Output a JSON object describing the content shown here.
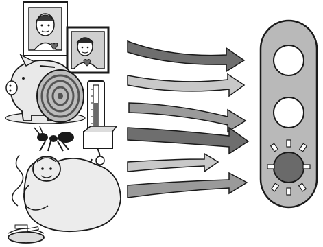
{
  "illustration": {
    "left_icons": [
      "family-portrait-icon",
      "piggy-bank-icon",
      "cake-roll-icon",
      "blood-pressure-monitor-icon",
      "ant-icon",
      "overweight-person-icon",
      "ashtray-cigarette-icon"
    ],
    "arrow_count": 6,
    "traffic_light": {
      "lamps": [
        "off",
        "off",
        "lit"
      ],
      "lit_lamp": "bottom"
    }
  },
  "colors": {
    "line": "#1a1a1a",
    "arrow_dark": "#6e6e6e",
    "arrow_medium": "#9a9a9a",
    "arrow_light": "#c8c8c8",
    "light_housing": "#b9b9b9",
    "lamp_off": "#ffffff",
    "lamp_lit": "#6a6a6a",
    "fill_light": "#e9e9e9"
  }
}
